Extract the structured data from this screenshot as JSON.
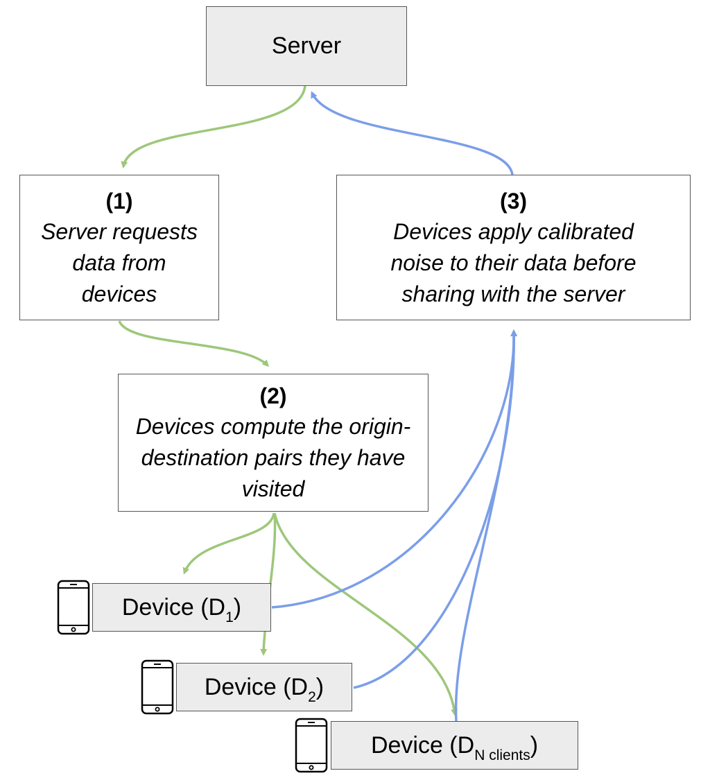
{
  "server": {
    "label": "Server"
  },
  "steps": [
    {
      "num": "(1)",
      "text": "Server requests data from devices"
    },
    {
      "num": "(2)",
      "text": "Devices compute the origin-destination pairs they have visited"
    },
    {
      "num": "(3)",
      "text": "Devices apply calibrated noise to their data before sharing with the server"
    }
  ],
  "devices": [
    {
      "prefix": "Device (D",
      "sub": "1",
      "suffix": ")",
      "icon": "smartphone-icon"
    },
    {
      "prefix": "Device (D",
      "sub": "2",
      "suffix": ")",
      "icon": "smartphone-icon"
    },
    {
      "prefix": "Device (D",
      "sub": "N clients",
      "suffix": ")",
      "icon": "smartphone-icon"
    }
  ],
  "colors": {
    "request_flow": "#9dc77a",
    "share_flow": "#7b9ee8",
    "box_fill": "#ececec",
    "box_border": "#555555"
  }
}
